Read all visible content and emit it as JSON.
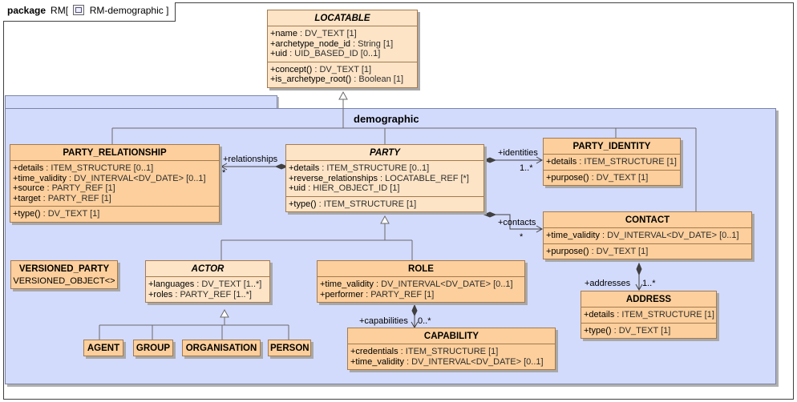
{
  "frame": {
    "keyword": "package",
    "owner": "RM[",
    "diagram_name": "RM-demographic",
    "closing": "]",
    "icon": "class-diagram-icon"
  },
  "package": {
    "name": "demographic"
  },
  "classes": {
    "locatable": {
      "name": "LOCATABLE",
      "abstract": true,
      "attributes": [
        {
          "name": "+name",
          "type": " : DV_TEXT [1]"
        },
        {
          "name": "+archetype_node_id",
          "type": " : String [1]"
        },
        {
          "name": "+uid",
          "type": " : UID_BASED_ID [0..1]"
        }
      ],
      "operations": [
        {
          "name": "+concept()",
          "type": " : DV_TEXT [1]"
        },
        {
          "name": "+is_archetype_root()",
          "type": " : Boolean [1]"
        }
      ]
    },
    "party_relationship": {
      "name": "PARTY_RELATIONSHIP",
      "abstract": false,
      "attributes": [
        {
          "name": "+details",
          "type": " : ITEM_STRUCTURE [0..1]"
        },
        {
          "name": "+time_validity",
          "type": " : DV_INTERVAL<DV_DATE> [0..1]"
        },
        {
          "name": "+source",
          "type": " : PARTY_REF [1]"
        },
        {
          "name": "+target",
          "type": " : PARTY_REF [1]"
        }
      ],
      "operations": [
        {
          "name": "+type()",
          "type": " : DV_TEXT [1]"
        }
      ]
    },
    "party": {
      "name": "PARTY",
      "abstract": true,
      "attributes": [
        {
          "name": "+details",
          "type": " : ITEM_STRUCTURE [0..1]"
        },
        {
          "name": "+reverse_relationships",
          "type": " : LOCATABLE_REF [*]"
        },
        {
          "name": "+uid",
          "type": " : HIER_OBJECT_ID [1]"
        }
      ],
      "operations": [
        {
          "name": "+type()",
          "type": " : ITEM_STRUCTURE [1]"
        }
      ]
    },
    "party_identity": {
      "name": "PARTY_IDENTITY",
      "abstract": false,
      "attributes": [
        {
          "name": "+details",
          "type": " : ITEM_STRUCTURE [1]"
        }
      ],
      "operations": [
        {
          "name": "+purpose()",
          "type": " : DV_TEXT [1]"
        }
      ]
    },
    "contact": {
      "name": "CONTACT",
      "abstract": false,
      "attributes": [
        {
          "name": "+time_validity",
          "type": " : DV_INTERVAL<DV_DATE> [0..1]"
        }
      ],
      "operations": [
        {
          "name": "+purpose()",
          "type": " : DV_TEXT [1]"
        }
      ]
    },
    "versioned_party": {
      "name": "VERSIONED_PARTY",
      "abstract": false,
      "binding": "VERSIONED_OBJECT<>"
    },
    "actor": {
      "name": "ACTOR",
      "abstract": true,
      "attributes": [
        {
          "name": "+languages",
          "type": " : DV_TEXT [1..*]"
        },
        {
          "name": "+roles",
          "type": " : PARTY_REF [1..*]"
        }
      ]
    },
    "role": {
      "name": "ROLE",
      "abstract": false,
      "attributes": [
        {
          "name": "+time_validity",
          "type": " : DV_INTERVAL<DV_DATE> [0..1]"
        },
        {
          "name": "+performer",
          "type": " : PARTY_REF [1]"
        }
      ]
    },
    "address": {
      "name": "ADDRESS",
      "abstract": false,
      "attributes": [
        {
          "name": "+details",
          "type": " : ITEM_STRUCTURE [1]"
        }
      ],
      "operations": [
        {
          "name": "+type()",
          "type": " : DV_TEXT [1]"
        }
      ]
    },
    "capability": {
      "name": "CAPABILITY",
      "abstract": false,
      "attributes": [
        {
          "name": "+credentials",
          "type": " : ITEM_STRUCTURE [1]"
        },
        {
          "name": "+time_validity",
          "type": " : DV_INTERVAL<DV_DATE> [0..1]"
        }
      ]
    },
    "agent": {
      "name": "AGENT"
    },
    "group": {
      "name": "GROUP"
    },
    "organisation": {
      "name": "ORGANISATION"
    },
    "person": {
      "name": "PERSON"
    }
  },
  "associations": {
    "relationships": {
      "role": "+relationships",
      "multiplicity": "*"
    },
    "identities": {
      "role": "+identities",
      "multiplicity": "1..*"
    },
    "contacts": {
      "role": "+contacts",
      "multiplicity": "*"
    },
    "addresses": {
      "role": "+addresses",
      "multiplicity": "1..*"
    },
    "capabilities": {
      "role": "+capabilities",
      "multiplicity": "0..*"
    }
  }
}
